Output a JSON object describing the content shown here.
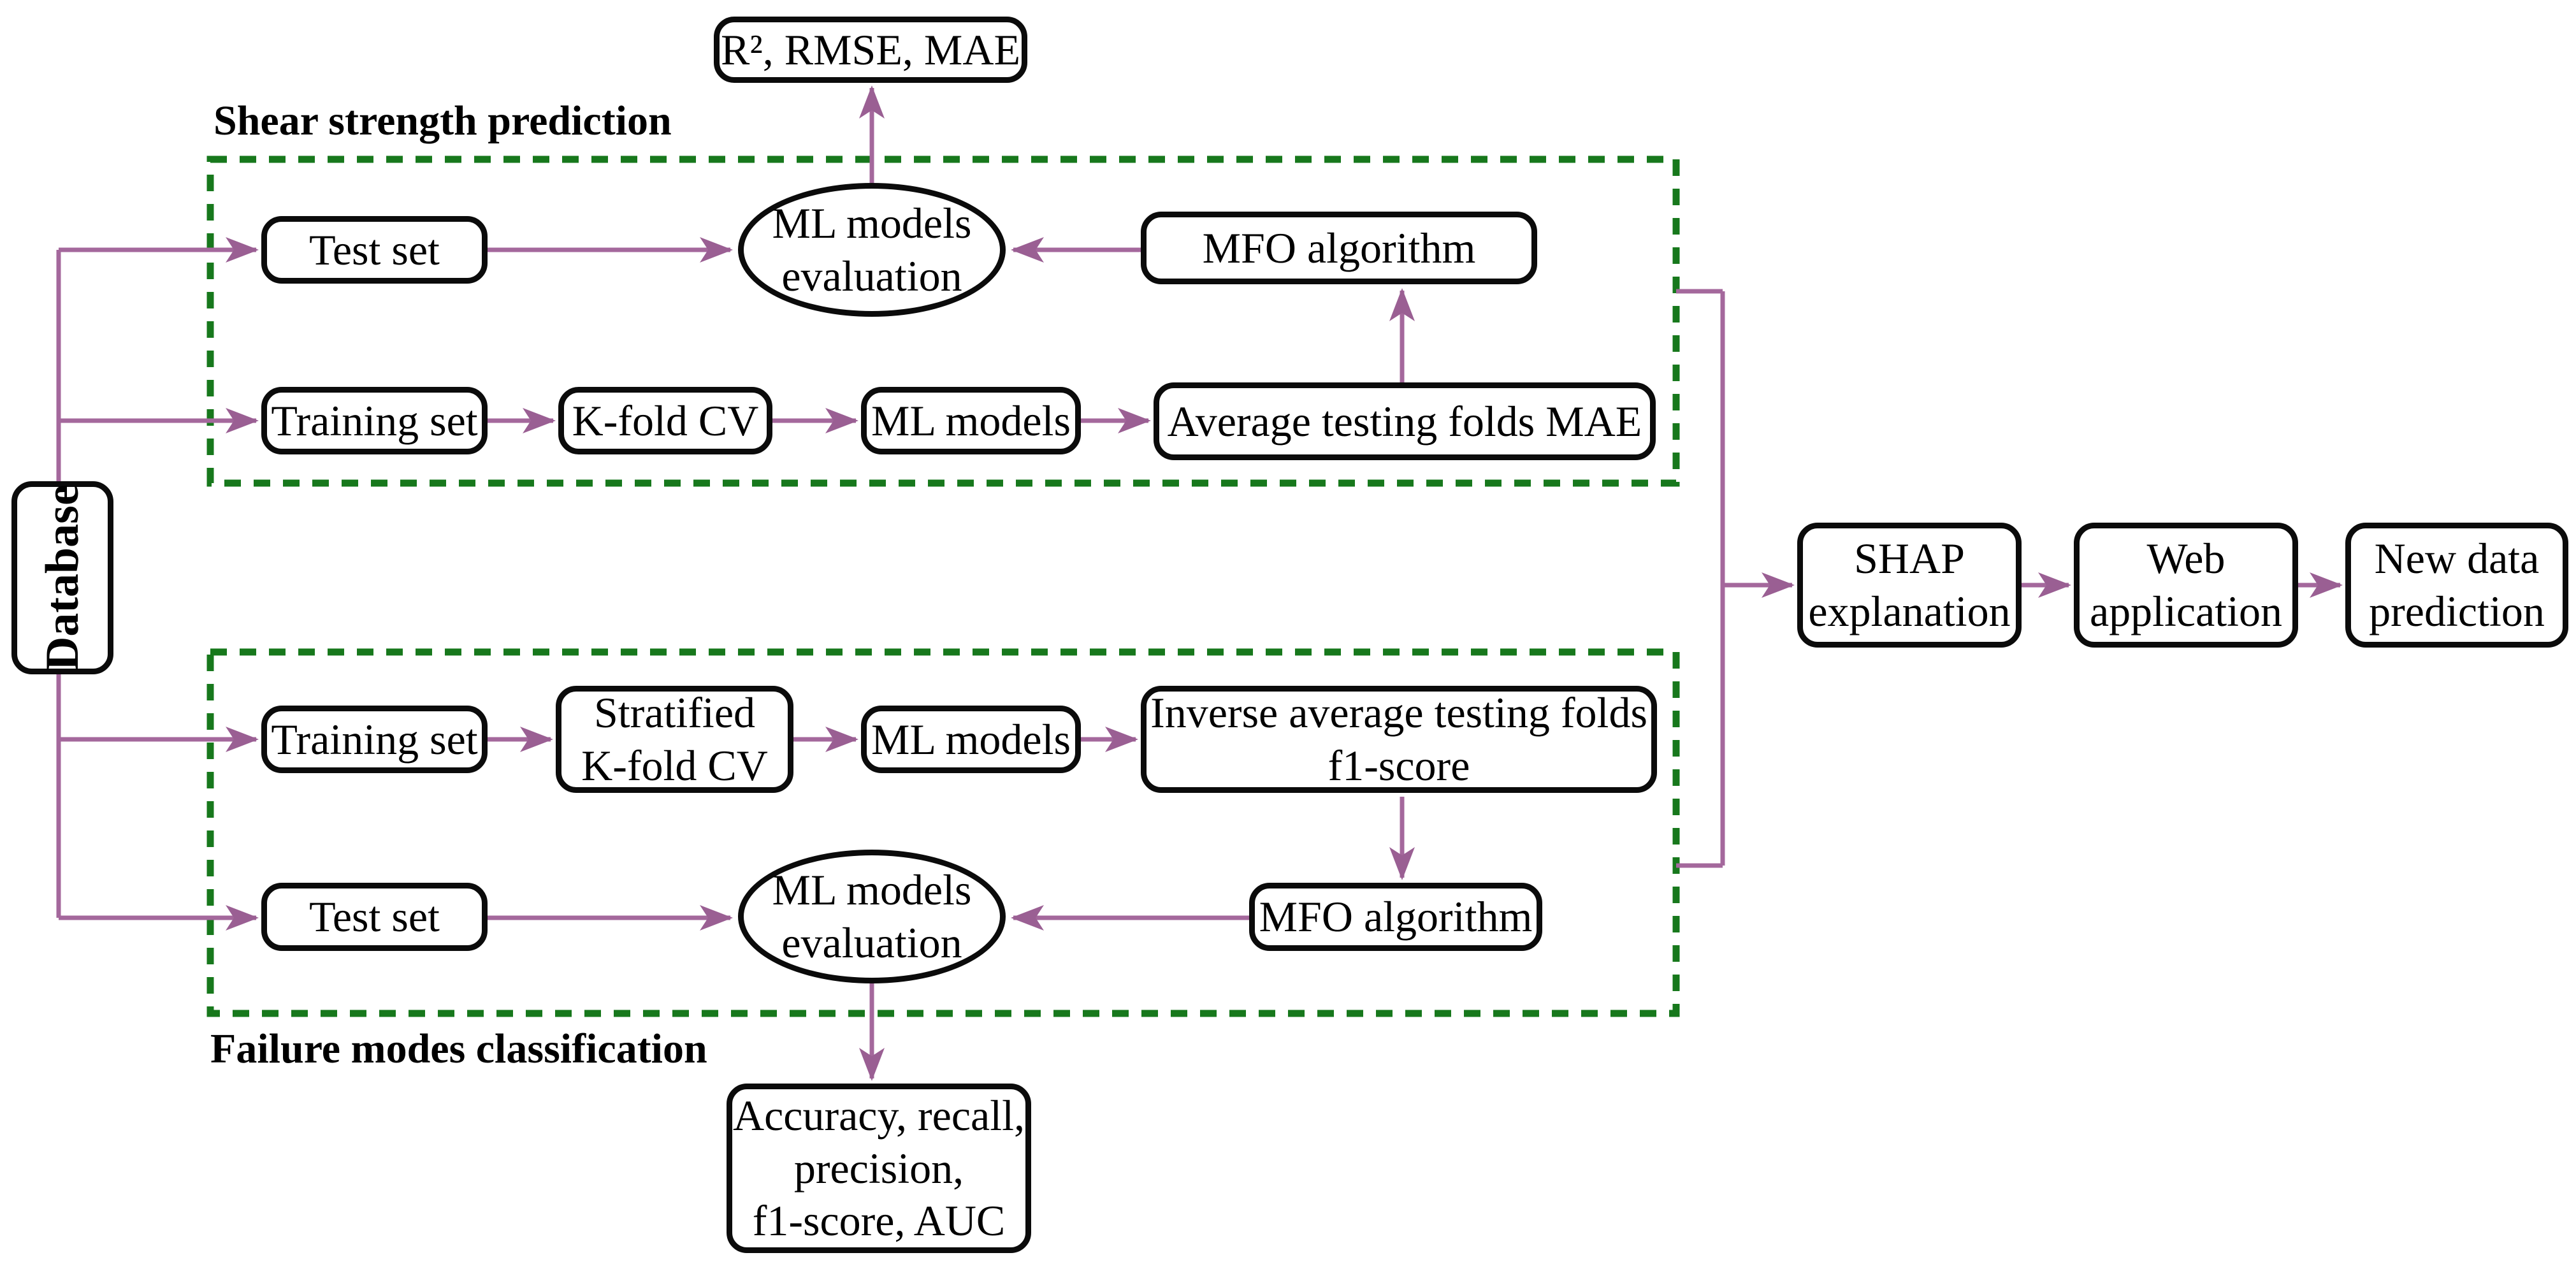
{
  "colors": {
    "arrow": "#a4689c",
    "arrowhead": "#9a5f93",
    "section_border_green": "#17781c",
    "node_border": "#0b0b0b",
    "text": "#000000",
    "background": "#ffffff"
  },
  "database": {
    "label": "Database"
  },
  "sections": {
    "shear": {
      "title": "Shear strength prediction"
    },
    "failure": {
      "title": "Failure modes classification"
    }
  },
  "nodes": {
    "test_set_top": "Test set",
    "ml_eval_top": "ML models\nevaluation",
    "mfo_top": "MFO algorithm",
    "regression_metrics": "R², RMSE, MAE",
    "training_set_top": "Training set",
    "kfold_cv": "K-fold CV",
    "ml_models_top": "ML models",
    "avg_mae": "Average testing folds MAE",
    "training_set_bottom": "Training set",
    "stratified_kfold": "Stratified\nK-fold CV",
    "ml_models_bottom": "ML models",
    "inverse_f1": "Inverse average testing folds\nf1-score",
    "mfo_bottom": "MFO algorithm",
    "test_set_bottom": "Test set",
    "ml_eval_bottom": "ML models\nevaluation",
    "classification_metrics": "Accuracy, recall,\nprecision,\nf1-score, AUC",
    "shap": "SHAP\nexplanation",
    "web_app": "Web\napplication",
    "new_data": "New data\nprediction"
  }
}
